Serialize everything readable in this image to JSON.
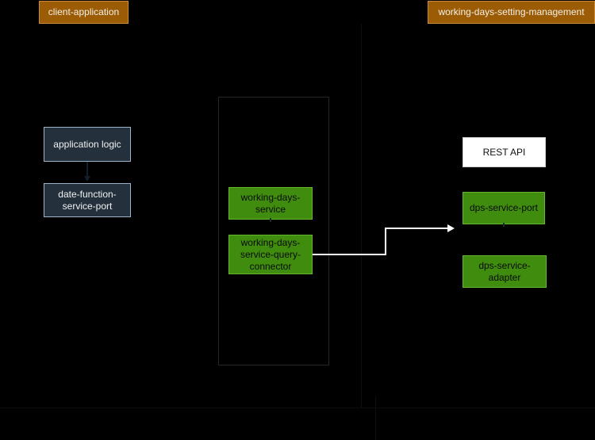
{
  "diagram": {
    "background_color": "#000000",
    "context_labels": [
      {
        "id": "client-application",
        "label": "client-application",
        "color": "#9c5c06"
      },
      {
        "id": "working-days-setting-management",
        "label": "working-days-setting-management",
        "color": "#9c5c06"
      }
    ],
    "groups": [
      {
        "id": "working-days-group",
        "label": "",
        "border_color": "#262626"
      }
    ],
    "nodes": [
      {
        "id": "application-logic",
        "label": "application logic",
        "style": "blue",
        "fill": "#24313d",
        "border": "#9fb3c8"
      },
      {
        "id": "date-function-service-port",
        "label": "date-function-service-port",
        "style": "blue",
        "fill": "#24313d",
        "border": "#9fb3c8"
      },
      {
        "id": "working-days-service",
        "label": "working-days-service",
        "style": "green",
        "fill": "#3f8c0e",
        "border": "#63b82e"
      },
      {
        "id": "working-days-service-query-connector",
        "label": "working-days-service-query-connector",
        "style": "green",
        "fill": "#3f8c0e",
        "border": "#63b82e"
      },
      {
        "id": "rest-api",
        "label": "REST API",
        "style": "white",
        "fill": "#ffffff",
        "border": "#d0d0d0"
      },
      {
        "id": "dps-service-port",
        "label": "dps-service-port",
        "style": "green",
        "fill": "#3f8c0e",
        "border": "#63b82e"
      },
      {
        "id": "dps-service-adapter",
        "label": "dps-service-adapter",
        "style": "green",
        "fill": "#3f8c0e",
        "border": "#63b82e"
      }
    ],
    "edges": [
      {
        "id": "edge-application-logic-to-date-function-service-port",
        "from": "application-logic",
        "to": "date-function-service-port",
        "label": "",
        "color": "#12202b",
        "arrow": "down"
      },
      {
        "id": "edge-query-connector-to-dps-service-port",
        "from": "working-days-service-query-connector",
        "to": "dps-service-port",
        "label": "",
        "color": "#ffffff",
        "arrow": "right"
      }
    ]
  }
}
